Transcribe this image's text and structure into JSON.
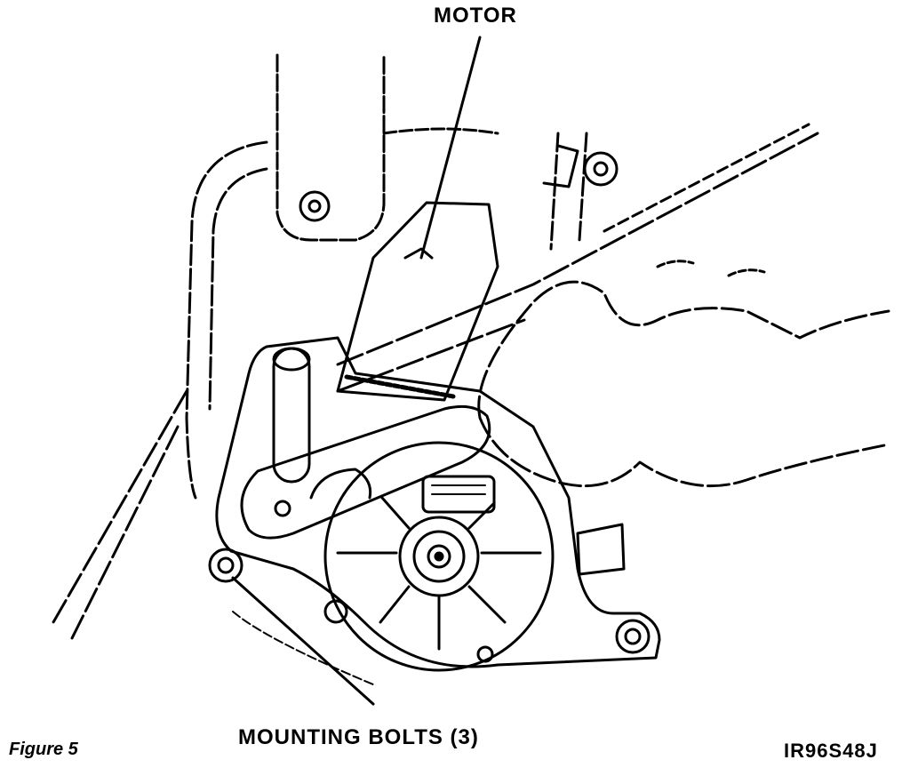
{
  "labels": {
    "motor": "MOTOR",
    "mounting_bolts": "MOUNTING BOLTS (3)",
    "figure": "Figure 5",
    "code": "IR96S48J"
  },
  "colors": {
    "ink": "#000000",
    "paper": "#ffffff"
  }
}
